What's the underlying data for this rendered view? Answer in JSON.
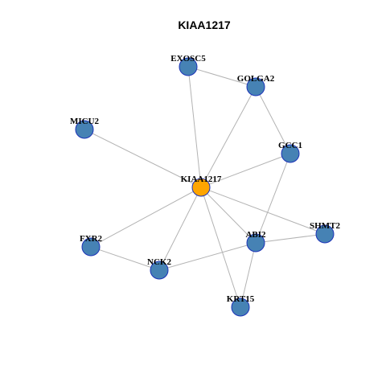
{
  "title": "KIAA1217",
  "colors": {
    "hub_fill": "#FFA500",
    "node_fill": "#4682B4",
    "node_stroke": "#1C33B8",
    "edge": "#B3B3B3"
  },
  "nodes": [
    {
      "id": "KIAA1217",
      "label": "KIAA1217",
      "hub": true
    },
    {
      "id": "EXOSC5",
      "label": "EXOSC5"
    },
    {
      "id": "GOLGA2",
      "label": "GOLGA2"
    },
    {
      "id": "MICU2",
      "label": "MICU2"
    },
    {
      "id": "GCC1",
      "label": "GCC1"
    },
    {
      "id": "SHMT2",
      "label": "SHMT2"
    },
    {
      "id": "ABI2",
      "label": "ABI2"
    },
    {
      "id": "FXR2",
      "label": "FXR2"
    },
    {
      "id": "NCK2",
      "label": "NCK2"
    },
    {
      "id": "KRT15",
      "label": "KRT15"
    }
  ],
  "edges": [
    [
      "EXOSC5",
      "GOLGA2"
    ],
    [
      "EXOSC5",
      "KIAA1217"
    ],
    [
      "GOLGA2",
      "KIAA1217"
    ],
    [
      "GOLGA2",
      "GCC1"
    ],
    [
      "MICU2",
      "KIAA1217"
    ],
    [
      "GCC1",
      "KIAA1217"
    ],
    [
      "GCC1",
      "ABI2"
    ],
    [
      "KIAA1217",
      "SHMT2"
    ],
    [
      "KIAA1217",
      "ABI2"
    ],
    [
      "KIAA1217",
      "FXR2"
    ],
    [
      "KIAA1217",
      "NCK2"
    ],
    [
      "KIAA1217",
      "KRT15"
    ],
    [
      "SHMT2",
      "ABI2"
    ],
    [
      "ABI2",
      "NCK2"
    ],
    [
      "ABI2",
      "KRT15"
    ],
    [
      "FXR2",
      "NCK2"
    ]
  ]
}
